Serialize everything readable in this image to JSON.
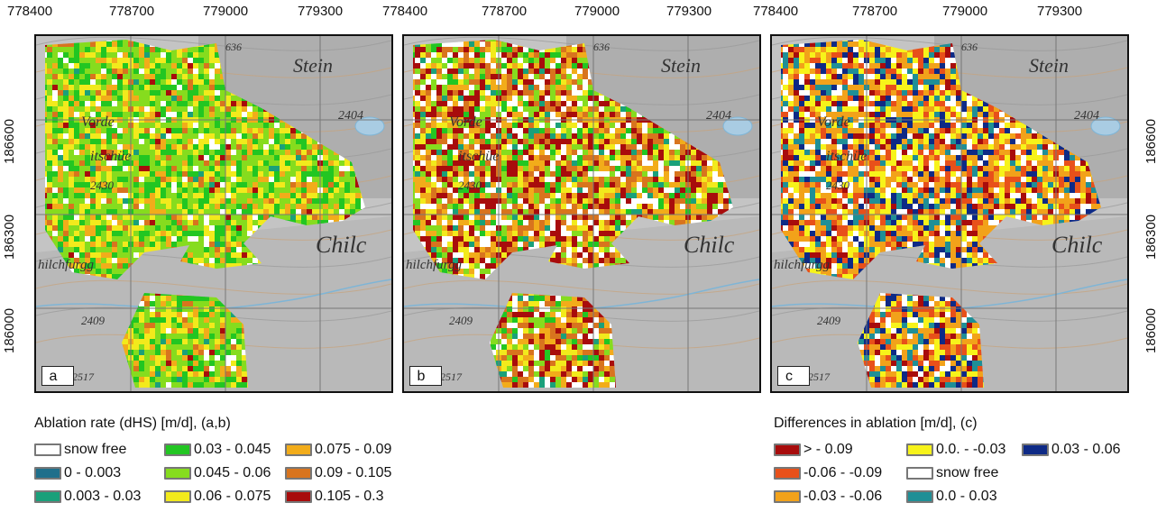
{
  "axes": {
    "x_ticks": [
      "778400",
      "778700",
      "779000",
      "779300"
    ],
    "y_ticks": [
      "186600",
      "186300",
      "186000"
    ]
  },
  "panels": [
    {
      "label": "a",
      "variant": "rate_a"
    },
    {
      "label": "b",
      "variant": "rate_b"
    },
    {
      "label": "c",
      "variant": "diff"
    }
  ],
  "legend_rate": {
    "title": "Ablation rate (dHS) [m/d], (a,b)",
    "items": [
      {
        "label": "snow free",
        "color": "#ffffff"
      },
      {
        "label": "0 - 0.003",
        "color": "#1f6f8b"
      },
      {
        "label": "0.003 - 0.03",
        "color": "#1aa07a"
      },
      {
        "label": "0.03 - 0.045",
        "color": "#22c622"
      },
      {
        "label": "0.045 - 0.06",
        "color": "#86dc1e"
      },
      {
        "label": "0.06 - 0.075",
        "color": "#f2ea1c"
      },
      {
        "label": "0.075 - 0.09",
        "color": "#f2ac1a"
      },
      {
        "label": "0.09 - 0.105",
        "color": "#d8741e"
      },
      {
        "label": "0.105 - 0.3",
        "color": "#a80c0c"
      }
    ]
  },
  "legend_diff": {
    "title": "Differences in ablation [m/d], (c)",
    "items": [
      {
        "label": "> - 0.09",
        "color": "#a80c0c"
      },
      {
        "label": "-0.06 - -0.09",
        "color": "#e8501a"
      },
      {
        "label": "-0.03 - -0.06",
        "color": "#f2a21a"
      },
      {
        "label": "0.0. - -0.03",
        "color": "#f7f31a"
      },
      {
        "label": "snow free",
        "color": "#ffffff"
      },
      {
        "label": "0.0 - 0.03",
        "color": "#1f8f96"
      },
      {
        "label": "0.03 - 0.06",
        "color": "#0e2a86"
      }
    ]
  },
  "map_labels": [
    "636",
    "Stein",
    "2404",
    "2430",
    "Chilc",
    "2409",
    "2517",
    "Vorde",
    "itschüe",
    "hilchfurgg"
  ]
}
